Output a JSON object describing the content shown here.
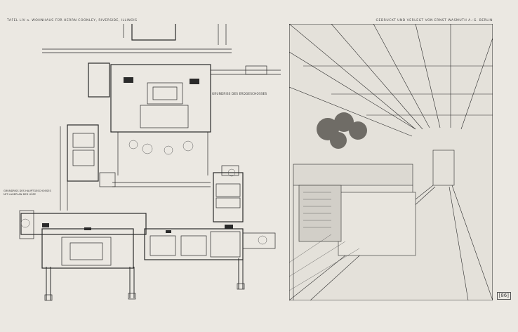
{
  "header": {
    "left": "TAFEL LIV a. WOHNHAUS FÜR HERRN COONLEY, RIVERSIDE, ILLINOIS",
    "right": "GEDRUCKT UND VERLEGT VON ERNST WASMUTH A.-G. BERLIN"
  },
  "labels": {
    "ground_floor": "GRUNDRISS DES ERDGESCHOSSES",
    "upper_floor_line1": "GRUNDRISS DES HAUPTGESCHOSSES",
    "upper_floor_line2": "MIT LAGEPLAN DER HÖFE"
  },
  "page_number": "[86]",
  "colors": {
    "paper": "#ebe8e2",
    "ink": "#2a2a2a"
  }
}
